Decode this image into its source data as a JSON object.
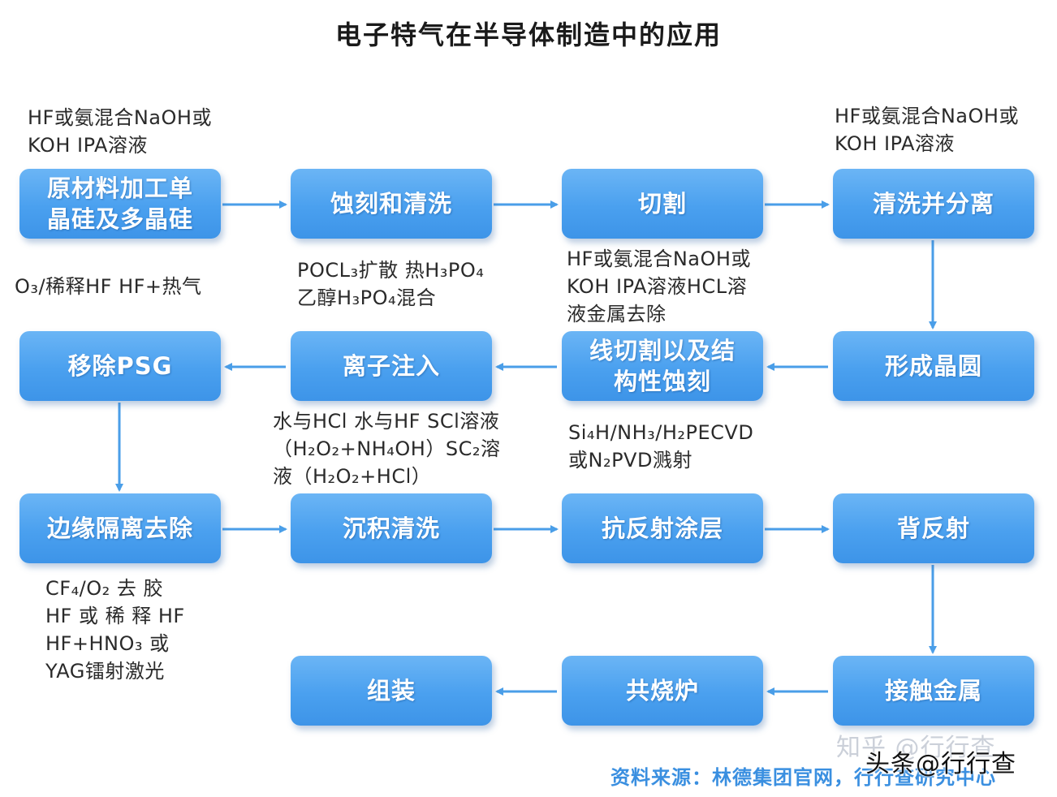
{
  "title": "电子特气在半导体制造中的应用",
  "colors": {
    "box_fill": "#4aa0ef",
    "arrow": "#4a9ee8",
    "source_text": "#3a8fe0"
  },
  "steps": {
    "s1": "原材料加工单\n晶硅及多晶硅",
    "s2": "蚀刻和清洗",
    "s3": "切割",
    "s4": "清洗并分离",
    "s5": "形成晶圆",
    "s6": "线切割以及结\n构性蚀刻",
    "s7": "离子注入",
    "s8": "移除PSG",
    "s9": "边缘隔离去除",
    "s10": "沉积清洗",
    "s11": "抗反射涂层",
    "s12": "背反射",
    "s13": "接触金属",
    "s14": "共烧炉",
    "s15": "组装"
  },
  "notes": {
    "n1": "HF或氨混合NaOH或\nKOH IPA溶液",
    "n2": "HF或氨混合NaOH或\nKOH IPA溶液",
    "n3": "O₃/稀释HF HF+热气",
    "n4": "POCL₃扩散 热H₃PO₄\n乙醇H₃PO₄混合",
    "n5": "HF或氨混合NaOH或\nKOH IPA溶液HCL溶\n液金属去除",
    "n6": "水与HCl 水与HF SCl溶液\n（H₂O₂+NH₄OH）SC₂溶\n液（H₂O₂+HCl）",
    "n7": "Si₄H/NH₃/H₂PECVD\n或N₂PVD溅射",
    "n8": "CF₄/O₂ 去 胶\nHF 或 稀 释 HF\nHF+HNO₃  或\nYAG镭射激光"
  },
  "source": "资料来源：林德集团官网，行行查研究中心",
  "watermarks": {
    "zhihu": "知乎 @行行查",
    "toutiao": "头条@行行查"
  }
}
